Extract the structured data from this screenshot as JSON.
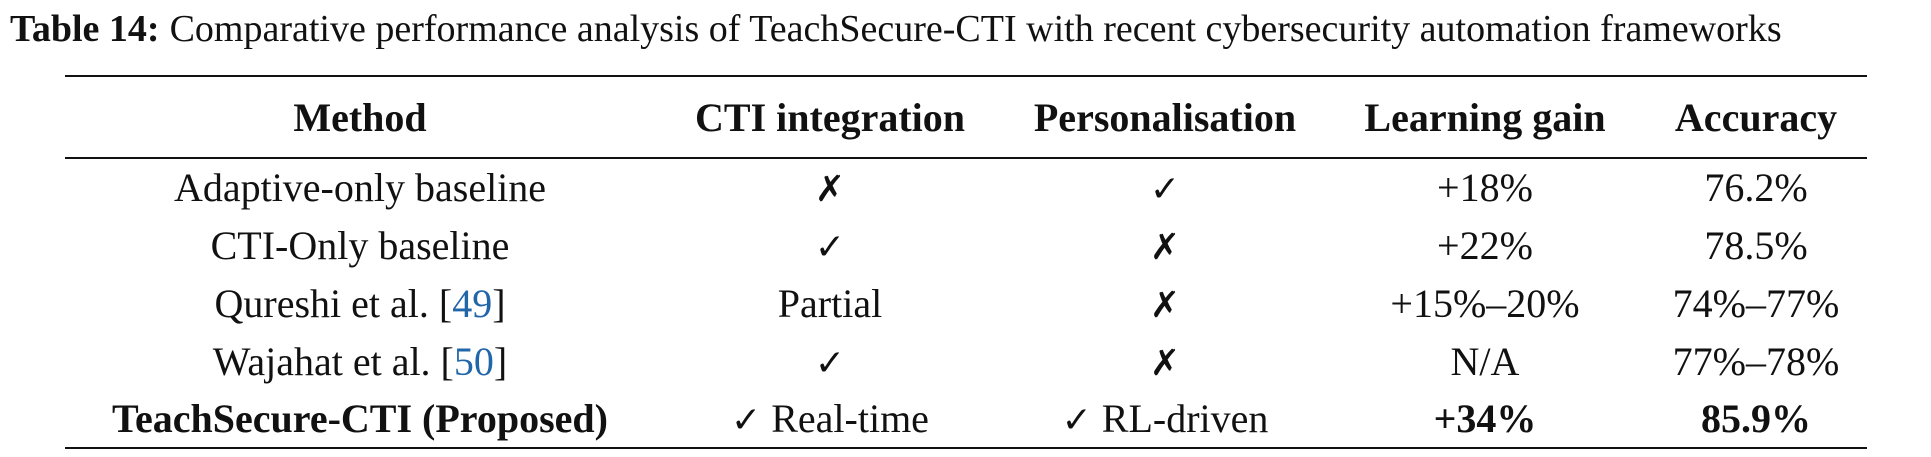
{
  "caption": {
    "label": "Table 14:",
    "text": "Comparative performance analysis of TeachSecure-CTI with recent cybersecurity automation frameworks"
  },
  "table": {
    "headers": [
      "Method",
      "CTI integration",
      "Personalisation",
      "Learning gain",
      "Accuracy"
    ],
    "rows": [
      {
        "method": "Adaptive-only baseline",
        "cti_integration": "✗",
        "personalisation": "✓",
        "learning_gain": "+18%",
        "accuracy": "76.2%"
      },
      {
        "method": "CTI-Only baseline",
        "cti_integration": "✓",
        "personalisation": "✗",
        "learning_gain": "+22%",
        "accuracy": "78.5%"
      },
      {
        "method": "Qureshi et al. [",
        "method_ref": "49",
        "method_close": "]",
        "cti_integration": "Partial",
        "personalisation": "✗",
        "learning_gain": "+15%–20%",
        "accuracy": "74%–77%"
      },
      {
        "method": "Wajahat et al. [",
        "method_ref": "50",
        "method_close": "]",
        "cti_integration": "✓",
        "personalisation": "✗",
        "learning_gain": "N/A",
        "accuracy": "77%–78%"
      },
      {
        "method": "TeachSecure-CTI (Proposed)",
        "cti_integration_mark": "✓",
        "cti_integration": "Real-time",
        "personalisation_mark": "✓",
        "personalisation": "RL-driven",
        "learning_gain": "+34%",
        "accuracy": "85.9%"
      }
    ]
  },
  "colors": {
    "text": "#111111",
    "reference_link": "#2266aa",
    "rule": "#111111"
  }
}
